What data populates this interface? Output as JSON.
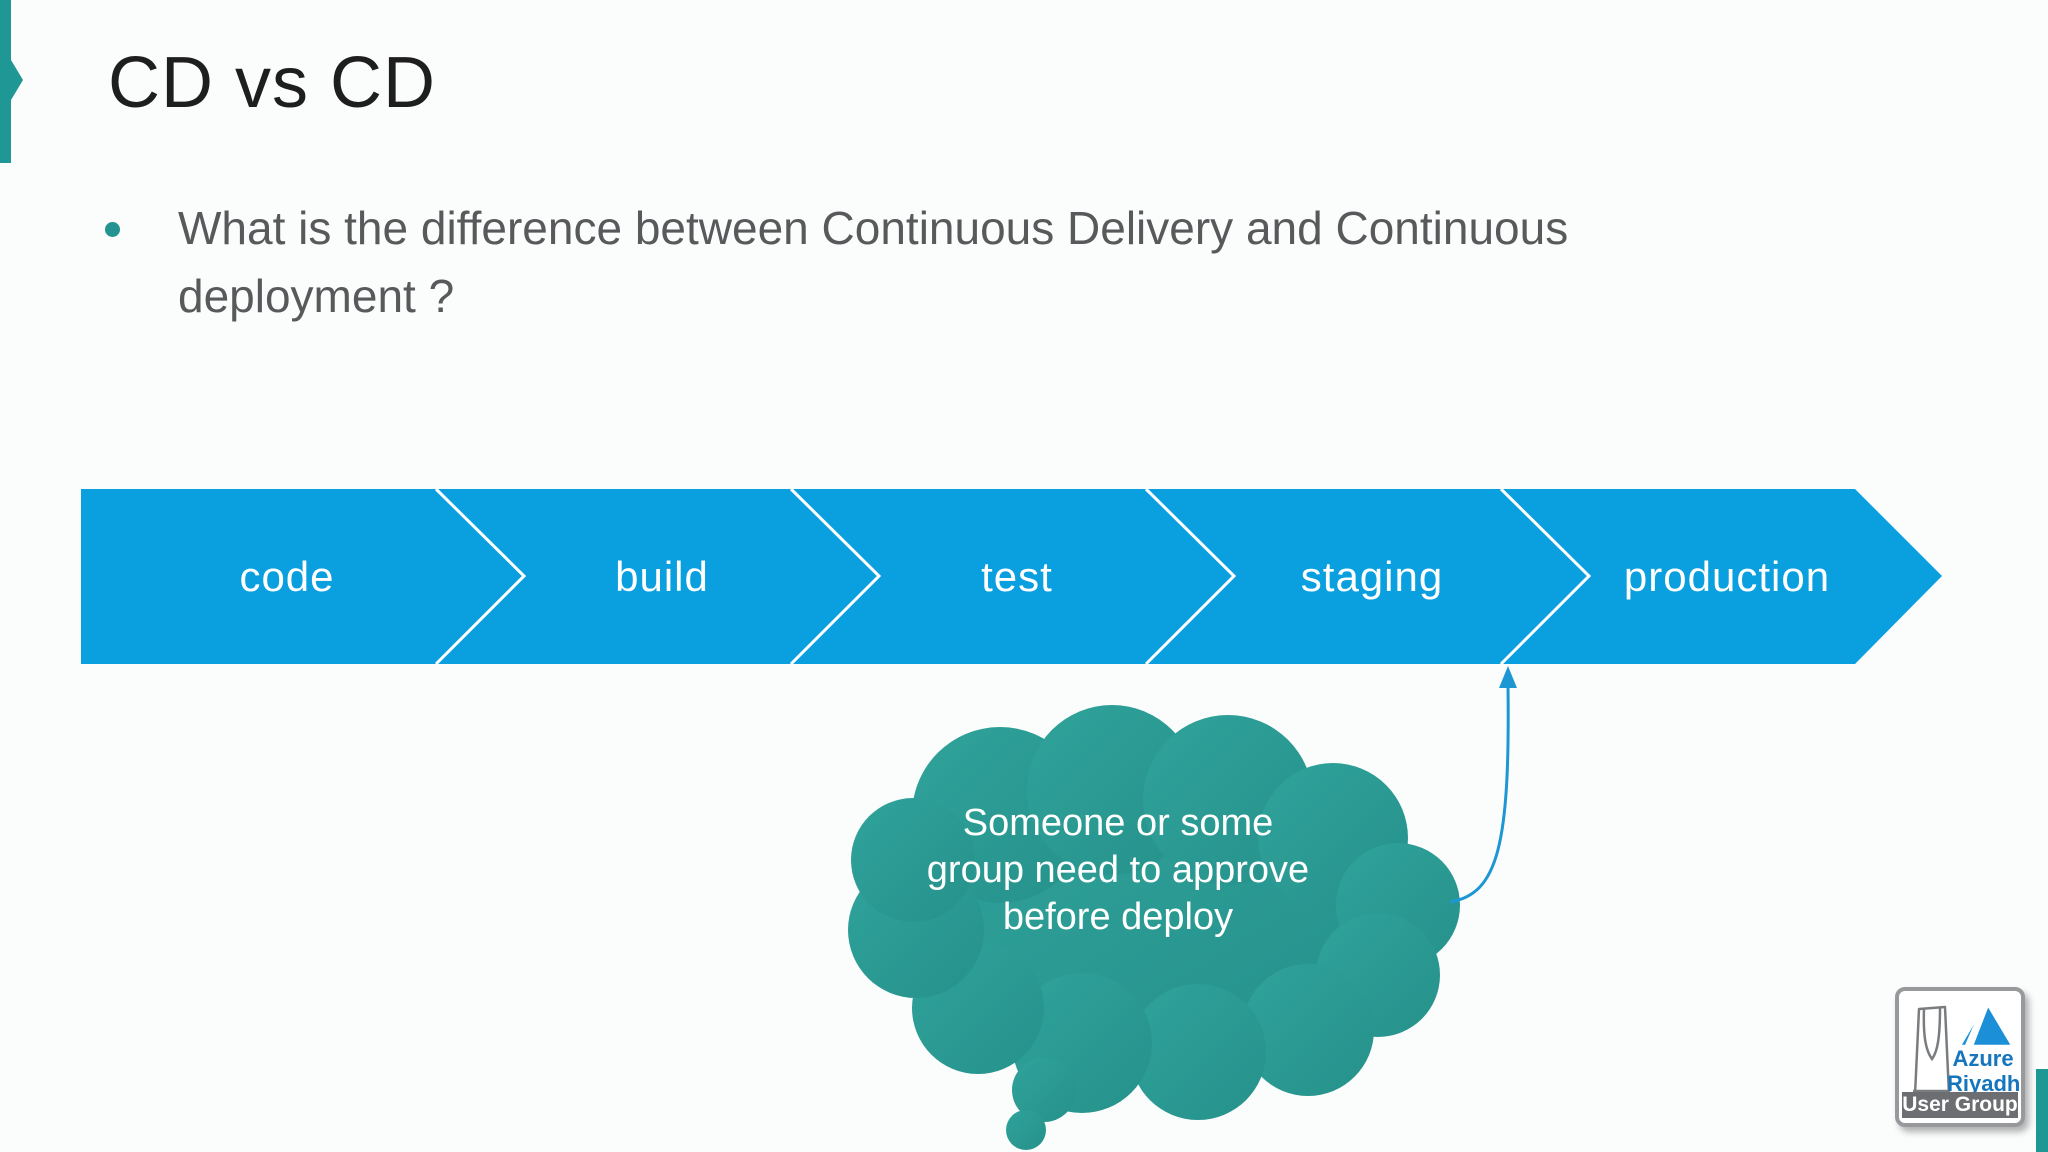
{
  "slide": {
    "title": "CD vs CD",
    "question": "What is the difference between Continuous Delivery and Continuous\ndeployment ?"
  },
  "process": {
    "stages": [
      "code",
      "build",
      "test",
      "staging",
      "production"
    ]
  },
  "callout": {
    "text": "Someone or some\ngroup need to approve\nbefore deploy"
  },
  "logo": {
    "name_line1": "Azure",
    "name_line2": "Riyadh",
    "banner": "User Group"
  },
  "colors": {
    "accent_teal": "#1f9795",
    "band_blue": "#0a9fde",
    "cloud_teal": "#2b9b94",
    "connector_blue": "#1d97d4",
    "azure_logo_blue": "#1b8fd8",
    "title_text": "#1e1e1e",
    "body_text": "#58595b"
  }
}
